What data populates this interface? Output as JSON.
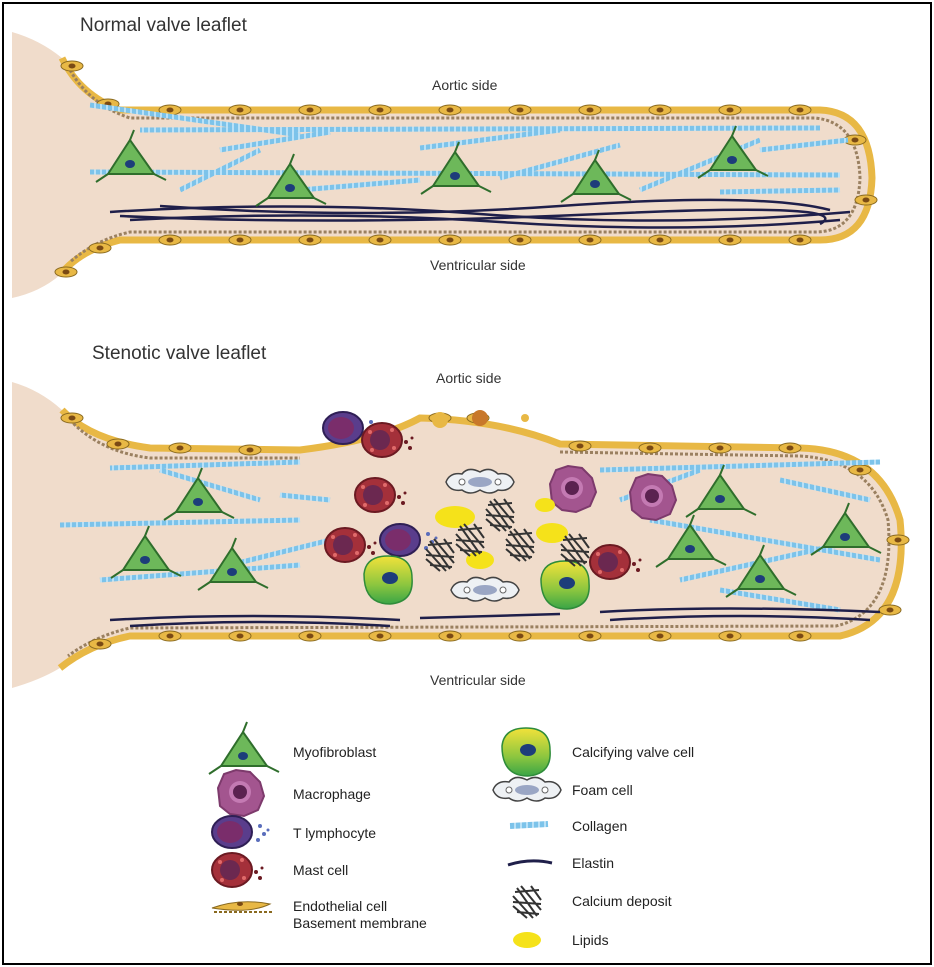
{
  "panels": {
    "normal": {
      "title": "Normal valve leaflet",
      "top_label": "Aortic side",
      "bottom_label": "Ventricular side"
    },
    "stenotic": {
      "title": "Stenotic valve leaflet",
      "top_label": "Aortic side",
      "bottom_label": "Ventricular side"
    }
  },
  "legend": {
    "left": [
      {
        "icon": "myofibroblast-icon",
        "label": "Myofibroblast"
      },
      {
        "icon": "macrophage-icon",
        "label": "Macrophage"
      },
      {
        "icon": "t-lymphocyte-icon",
        "label": "T lymphocyte"
      },
      {
        "icon": "mast-cell-icon",
        "label": "Mast cell"
      },
      {
        "icon": "endothelial-cell-icon",
        "label": "Endothelial cell",
        "label2": "Basement membrane"
      }
    ],
    "right": [
      {
        "icon": "calcifying-valve-cell-icon",
        "label": "Calcifying valve cell"
      },
      {
        "icon": "foam-cell-icon",
        "label": "Foam cell"
      },
      {
        "icon": "collagen-icon",
        "label": "Collagen"
      },
      {
        "icon": "elastin-icon",
        "label": "Elastin"
      },
      {
        "icon": "calcium-deposit-icon",
        "label": "Calcium deposit"
      },
      {
        "icon": "lipids-icon",
        "label": "Lipids"
      }
    ]
  },
  "colors": {
    "tissue": "#f0dccb",
    "endothelium": "#e8b845",
    "collagen": "#7cc3ea",
    "elastin": "#1f1f4a",
    "myofibroblast": "#5aa84a",
    "macrophage": "#a3558f",
    "t_lymphocyte": "#5a3d8c",
    "mast_cell": "#a4303a",
    "lipid": "#f5e21a"
  }
}
